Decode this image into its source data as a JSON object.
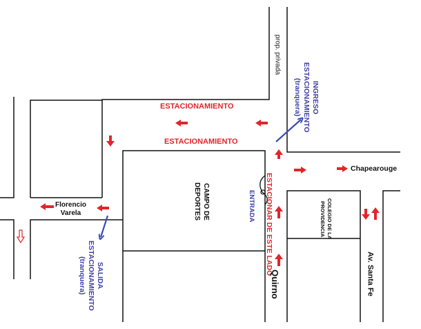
{
  "colors": {
    "street_lines": "#111111",
    "arrow_red": "#e0262b",
    "arrow_blue": "#3a4db5",
    "text_blue": "#4040a8"
  },
  "labels": {
    "estacionamiento_top": "ESTACIONAMIENTO",
    "estacionamiento_mid": "ESTACIONAMIENTO",
    "prop_privada": "prop. privada",
    "ingreso_l1": "INGRESO",
    "ingreso_l2": "ESTACIONAMIENTO",
    "ingreso_l3": "(tranquera)",
    "chapearouge": "Chapearouge",
    "florencio_l1": "Florencio",
    "florencio_l2": "Varela",
    "campo_l1": "CAMPO DE",
    "campo_l2": "DEPORTES",
    "entrada": "ENTRADA",
    "estacionar": "ESTACIONAR DE ESTE LADO",
    "colegio_l1": "COLEGIO DE LA",
    "colegio_l2": "PROVIDENCIA",
    "salida_l1": "SALIDA",
    "salida_l2": "ESTACIONAMIENTO",
    "salida_l3": "(tranquera)",
    "quirno": "Quirno",
    "santa_fe": "Av. Santa Fe"
  },
  "icons": {
    "red_arrow": "arrow-icon",
    "hollow_arrow": "hollow-down-arrow-icon",
    "blue_arrow": "blue-arrow-icon",
    "gate": "gate-icon"
  }
}
